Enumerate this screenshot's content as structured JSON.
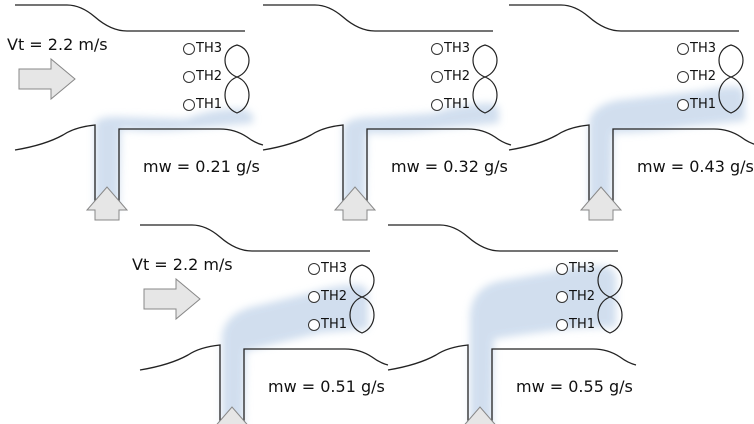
{
  "panels": [
    {
      "velocity_label": "Vt = 2.2 m/s",
      "mass_flow_label": "mw = 0.21 g/s",
      "sensors": [
        "TH3",
        "TH2",
        "TH1"
      ]
    },
    {
      "velocity_label": "",
      "mass_flow_label": "mw = 0.32 g/s",
      "sensors": [
        "TH3",
        "TH2",
        "TH1"
      ]
    },
    {
      "velocity_label": "",
      "mass_flow_label": "mw = 0.43 g/s",
      "sensors": [
        "TH3",
        "TH2",
        "TH1"
      ]
    },
    {
      "velocity_label": "Vt = 2.2 m/s",
      "mass_flow_label": "mw = 0.51 g/s",
      "sensors": [
        "TH3",
        "TH2",
        "TH1"
      ]
    },
    {
      "velocity_label": "",
      "mass_flow_label": "mw = 0.55 g/s",
      "sensors": [
        "TH3",
        "TH2",
        "TH1"
      ]
    }
  ],
  "colors": {
    "plume": "#c9d9ec",
    "arrow_fill": "#e6e6e6",
    "line": "#222222"
  }
}
